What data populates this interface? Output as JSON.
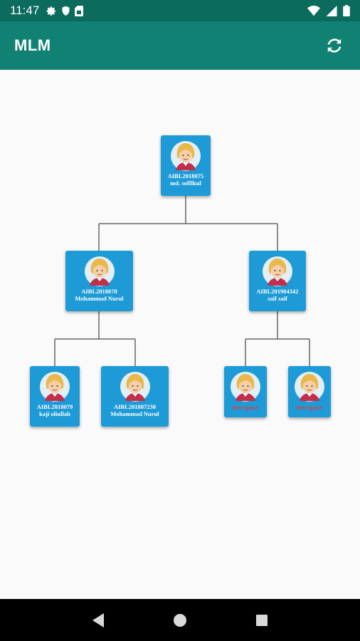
{
  "status_bar": {
    "time": "11:47",
    "icons": [
      "gear-icon",
      "shield-icon",
      "sim-card-icon",
      "wifi-icon",
      "signal-icon",
      "battery-icon"
    ]
  },
  "app_bar": {
    "title": "MLM",
    "action_icon": "refresh-icon"
  },
  "tree": {
    "root": {
      "id": "AIBL2018075",
      "name": "md. soffikul"
    },
    "left": {
      "id": "AIBL2018078",
      "name": "Mohammad Nurul"
    },
    "right": {
      "id": "AIBL201904342",
      "name": "saif saif"
    },
    "left_left": {
      "id": "AIBL2018079",
      "name": "kaji oliullah"
    },
    "left_right": {
      "id": "AIBL201807230",
      "name": "Mohammad Nurul"
    },
    "right_left": {
      "empty_label": "free space"
    },
    "right_right": {
      "empty_label": "free space"
    }
  },
  "colors": {
    "status_bar": "#0b6b5d",
    "app_bar": "#108172",
    "node": "#1e9bd7",
    "empty_text": "#e53935"
  },
  "nav_bar": {
    "icons": [
      "back-icon",
      "home-icon",
      "recents-icon"
    ]
  }
}
